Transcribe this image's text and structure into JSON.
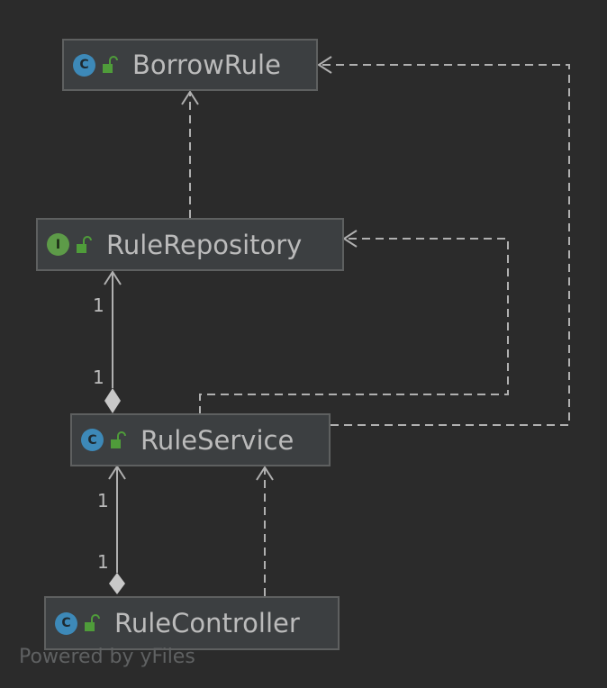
{
  "nodes": {
    "borrow_rule": {
      "name": "BorrowRule",
      "kind": "class",
      "badge": "C"
    },
    "rule_repository": {
      "name": "RuleRepository",
      "kind": "interface",
      "badge": "I"
    },
    "rule_service": {
      "name": "RuleService",
      "kind": "class",
      "badge": "C"
    },
    "rule_controller": {
      "name": "RuleController",
      "kind": "class",
      "badge": "C"
    }
  },
  "edges": [
    {
      "from": "RuleRepository",
      "to": "BorrowRule",
      "style": "dashed",
      "head": "open-arrow"
    },
    {
      "from": "RuleService",
      "to": "BorrowRule",
      "style": "dashed",
      "head": "open-arrow"
    },
    {
      "from": "RuleService",
      "to": "RuleRepository",
      "style": "dashed",
      "head": "open-arrow"
    },
    {
      "from": "RuleService",
      "to": "RuleRepository",
      "style": "solid",
      "head": "open-arrow",
      "tail": "diamond",
      "multiplicity_source": "1",
      "multiplicity_target": "1"
    },
    {
      "from": "RuleController",
      "to": "RuleService",
      "style": "dashed",
      "head": "open-arrow"
    },
    {
      "from": "RuleController",
      "to": "RuleService",
      "style": "solid",
      "head": "open-arrow",
      "tail": "diamond",
      "multiplicity_source": "1",
      "multiplicity_target": "1"
    }
  ],
  "multiplicity": {
    "repo_top": "1",
    "repo_bottom": "1",
    "service_top": "1",
    "service_bottom": "1"
  },
  "colors": {
    "background": "#2b2b2b",
    "node_fill": "#3c3f41",
    "node_border": "#5e6060",
    "edge": "#b0b0b0",
    "class_badge": "#3d89b8",
    "interface_badge": "#5d9b48",
    "lock": "#4f9c3a"
  },
  "watermark": "Powered by yFiles"
}
